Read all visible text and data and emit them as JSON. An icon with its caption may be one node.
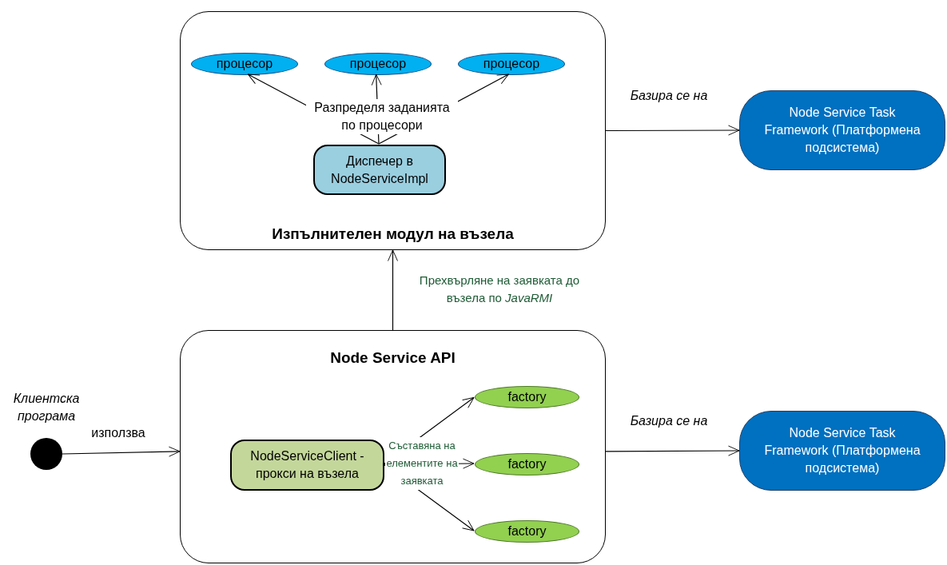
{
  "diagram": {
    "nodes": [
      {
        "text": [
          "Изпълнителен модул на възела"
        ]
      },
      {
        "text": [
          "процесор"
        ],
        "in": 0
      },
      {
        "text": [
          "процесор"
        ],
        "in": 0
      },
      {
        "text": [
          "процесор"
        ],
        "in": 0
      },
      {
        "text": [
          "Диспечер в NodeServiceImpl"
        ],
        "in": 0
      },
      {
        "text": [
          "Node Service Task Framework (Платформена подсистема)"
        ]
      },
      {
        "text": [
          "Node Service API"
        ]
      },
      {
        "text": [
          "NodeServiceClient - прокси на възела"
        ],
        "in": 6
      },
      {
        "text": [
          "factory"
        ],
        "in": 6
      },
      {
        "text": [
          "factory"
        ],
        "in": 6
      },
      {
        "text": [
          "factory"
        ],
        "in": 6
      },
      {
        "text": [],
        "shape": "circle",
        "beside": [
          "Клиентска програма"
        ]
      },
      {
        "text": [
          "Node Service Task Framework (Платформена подсистема)"
        ]
      }
    ],
    "edges": [
      {
        "from": 4,
        "to": 1,
        "arrow": "to"
      },
      {
        "from": 4,
        "to": 2,
        "arrow": "to",
        "label": "Разпределя заданията по процесори"
      },
      {
        "from": 4,
        "to": 3,
        "arrow": "to"
      },
      {
        "from": 0,
        "to": 5,
        "arrow": "to",
        "label": "Базира се на"
      },
      {
        "from": 6,
        "to": 0,
        "arrow": "to",
        "label": "Прехвърляне на заявката до възела по *JavaRMI*"
      },
      {
        "from": 11,
        "to": 6,
        "arrow": "to",
        "label": "използва"
      },
      {
        "from": 7,
        "to": 8,
        "arrow": "to"
      },
      {
        "from": 7,
        "to": 9,
        "arrow": "to",
        "label": "Съставяна на елементите на заявката"
      },
      {
        "from": 7,
        "to": 10,
        "arrow": "to"
      },
      {
        "from": 6,
        "to": 12,
        "arrow": "to",
        "label": "Базира се на"
      }
    ]
  }
}
